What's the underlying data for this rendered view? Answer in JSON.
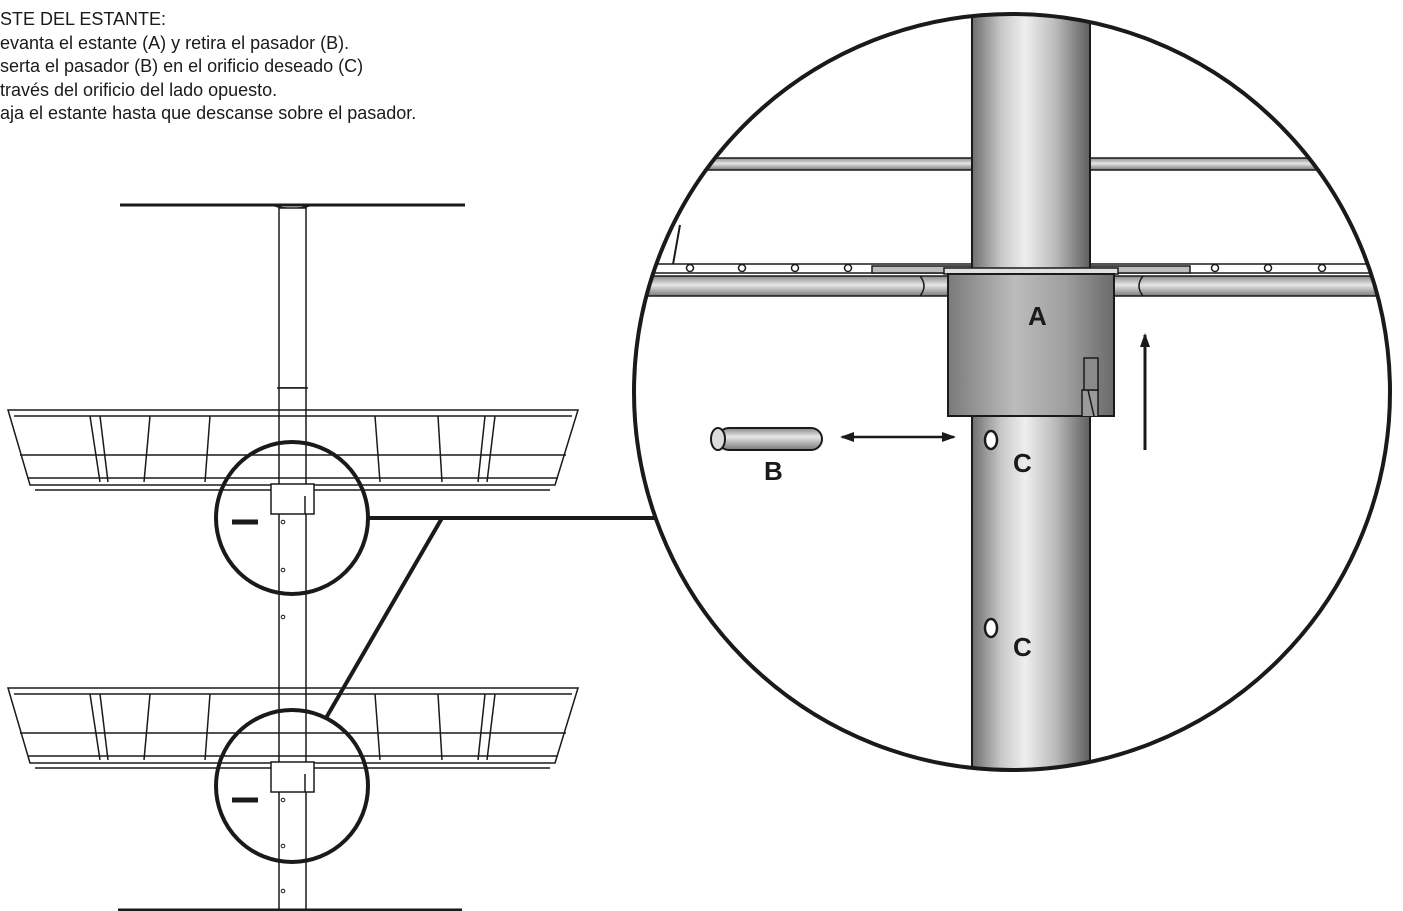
{
  "instructions": {
    "heading": "STE DEL ESTANTE:",
    "lines": [
      "evanta el estante (A) y retira el pasador (B).",
      "serta el pasador (B) en el orificio deseado (C)",
      "través del orificio del lado opuesto.",
      "aja el estante hasta que descanse sobre el pasador."
    ]
  },
  "labels": {
    "shelf_collar": "A",
    "pin": "B",
    "hole_upper": "C",
    "hole_lower": "C"
  }
}
